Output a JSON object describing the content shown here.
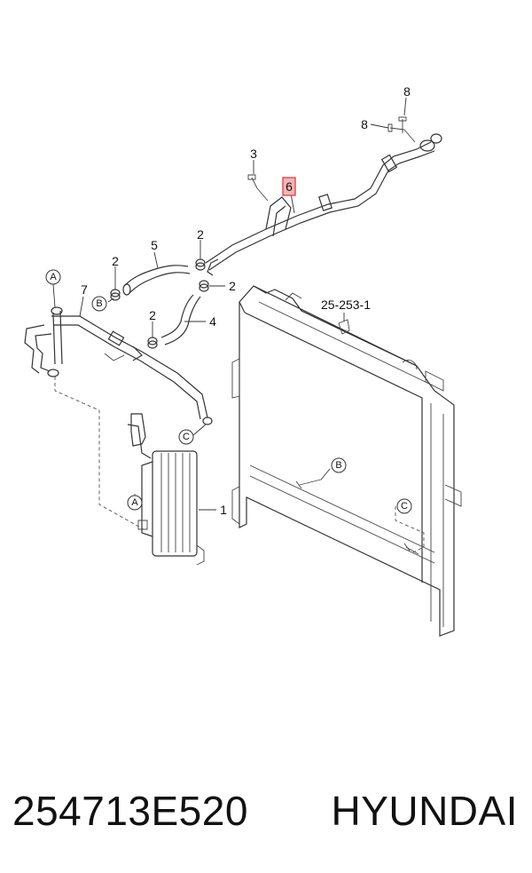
{
  "callouts": {
    "c1": "1",
    "c2a": "2",
    "c2b": "2",
    "c2c": "2",
    "c2d": "2",
    "c3": "3",
    "c4": "4",
    "c5": "5",
    "c6": "6",
    "c7": "7",
    "c8a": "8",
    "c8b": "8",
    "ref": "25-253-1"
  },
  "connectors": {
    "a_top": "A",
    "a_bottom": "A",
    "b_hose": "B",
    "b_radiator": "B",
    "c_pipe": "C",
    "c_radiator": "C"
  },
  "footer": {
    "part_number": "254713E520",
    "brand": "HYUNDAI"
  },
  "colors": {
    "highlight": "#e23b3b",
    "highlight_fill": "#f4b6b6",
    "line": "#333333"
  }
}
